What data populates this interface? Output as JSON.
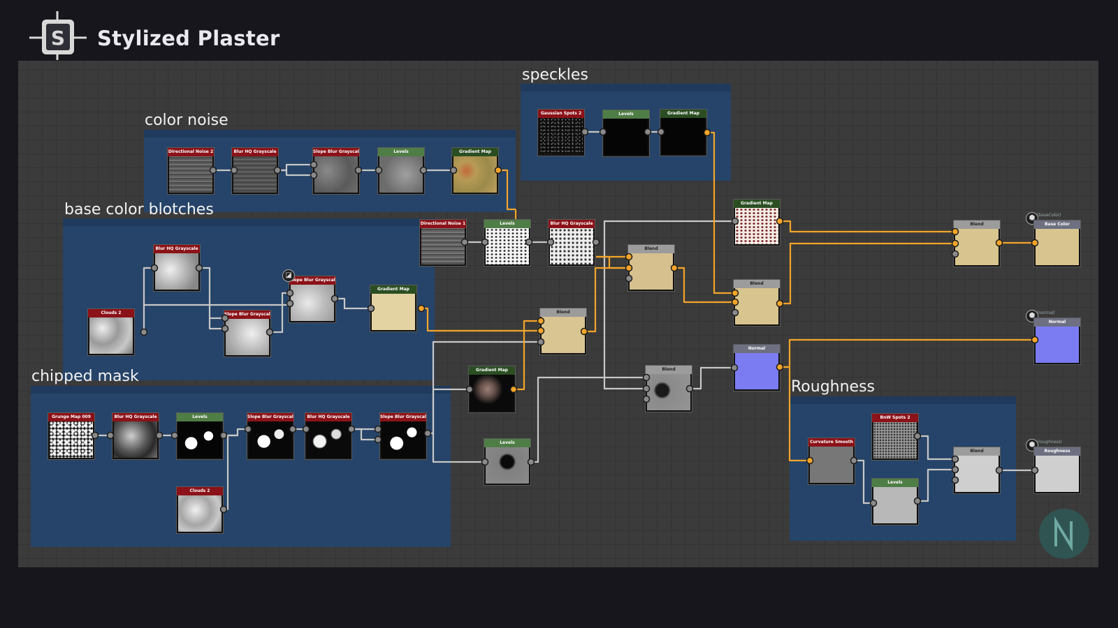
{
  "header": {
    "title": "Stylized Plaster",
    "logo_icon": "substance-designer-logo-icon"
  },
  "frames": {
    "color_noise": "color noise",
    "speckles": "speckles",
    "base_color_blotches": "base color blotches",
    "chipped_mask": "chipped mask",
    "roughness": "Roughness"
  },
  "nodes": {
    "cn_dir_noise": "Directional Noise 2",
    "cn_blur": "Blur HQ Grayscale",
    "cn_slope": "Slope Blur Grayscale",
    "cn_levels": "Levels",
    "cn_gradient": "Gradient Map",
    "sp_gauss": "Gaussian Spots 2",
    "sp_levels": "Levels",
    "sp_gradient": "Gradient Map",
    "bc_blur": "Blur HQ Grayscale",
    "bc_clouds": "Clouds 2",
    "bc_slope1": "Slope Blur Grayscale",
    "bc_slope2": "Slope Blur Grayscale",
    "bc_gradient": "Gradient Map",
    "m_dir_noise": "Directional Noise 1",
    "m_levels": "Levels",
    "m_blur": "Blur HQ Grayscale",
    "m_blend1": "Blend",
    "m_gradient_top": "Gradient Map",
    "m_blend2": "Blend",
    "m_blend3": "Blend",
    "m_blend_final": "Blend",
    "m_gradient_mid": "Gradient Map",
    "m_blend4": "Blend",
    "m_normal": "Normal",
    "m_levels_low": "Levels",
    "ch_grunge": "Grunge Map 009",
    "ch_blur1": "Blur HQ Grayscale",
    "ch_levels": "Levels",
    "ch_slope1": "Slope Blur Grayscale",
    "ch_blur2": "Blur HQ Grayscale",
    "ch_slope2": "Slope Blur Grayscale",
    "ch_clouds": "Clouds 2",
    "r_curvature": "Curvature Smooth",
    "r_bnw": "BnW Spots 2",
    "r_levels": "Levels",
    "r_blend": "Blend",
    "out_basecolor": "Base Color",
    "out_normal": "Normal",
    "out_roughness": "Roughness"
  },
  "output_labels": {
    "basecolor": "(baseColor)",
    "normal": "(normal)",
    "roughness": "(roughness)"
  },
  "colors": {
    "wire_color": "#f4a52a",
    "wire_gray": "#c8c8c8",
    "frame_fill": "#264469",
    "header_red": "#8b1218",
    "header_green": "#4f7d46"
  }
}
